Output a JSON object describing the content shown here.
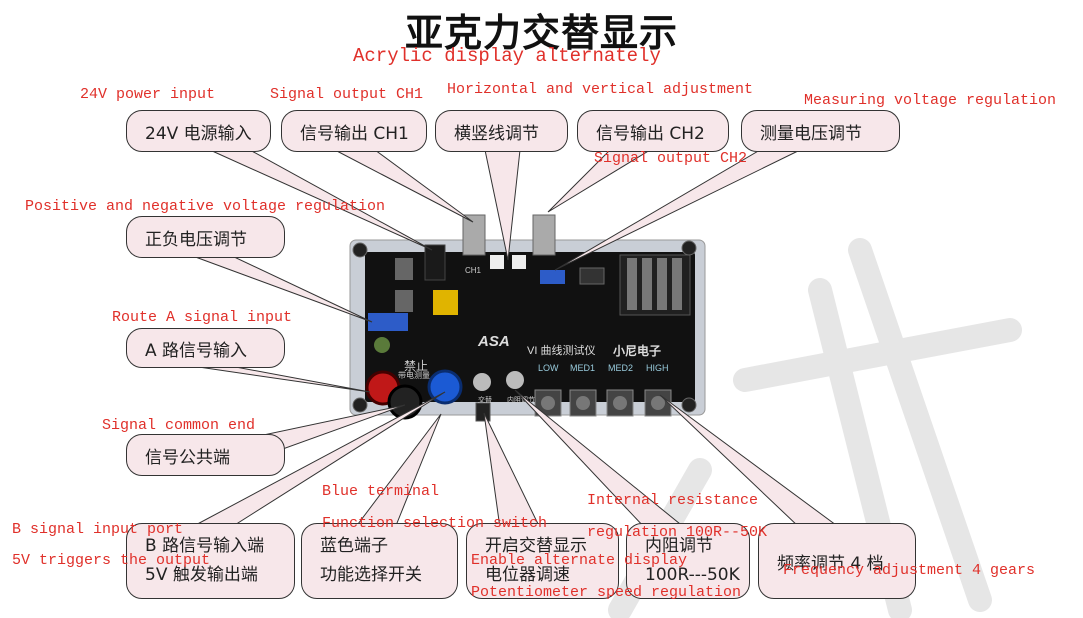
{
  "title": "亚克力交替显示",
  "subtitle": "Acrylic display alternately",
  "callouts": {
    "power": "24V 电源输入",
    "ch1": "信号输出 CH1",
    "hv": "横竖线调节",
    "ch2": "信号输出 CH2",
    "measure": "测量电压调节",
    "posneg": "正负电压调节",
    "routea": "A 路信号输入",
    "common": "信号公共端",
    "b_line1": "B 路信号输入端",
    "b_line2": "5V 触发输出端",
    "blue_line1": "蓝色端子",
    "blue_line2": "功能选择开关",
    "alt_line1": "开启交替显示",
    "alt_line2": "电位器调速",
    "res_line1": "内阻调节",
    "res_line2": "100R---50K",
    "freq": "频率调节 4 档"
  },
  "english": {
    "power": "24V power input",
    "ch1": "Signal output CH1",
    "hv": "Horizontal and vertical adjustment",
    "measure": "Measuring voltage regulation",
    "ch2": "Signal output CH2",
    "posneg": "Positive and negative voltage regulation",
    "routea": "Route A signal input",
    "common": "Signal common end",
    "blue": "Blue terminal",
    "func": "Function selection switch",
    "internal": "Internal resistance",
    "internal2": "regulation 100R--50K",
    "bport": "B signal input port",
    "trigger": "5V triggers the output",
    "enable": "Enable alternate display",
    "pot": "Potentiometer speed regulation",
    "freq": "Frequency adjustment 4 gears"
  },
  "board": {
    "brand": "ASA",
    "name": "VI 曲线测试仪",
    "maker": "小尼电子",
    "forbid": "禁止",
    "forbid2": "带电测量",
    "ch1_label": "CH1",
    "res_knob_label": "内阻调节",
    "alt_label": "交替",
    "gear_low": "LOW",
    "gear_med1": "MED1",
    "gear_med2": "MED2",
    "gear_high": "HIGH"
  }
}
